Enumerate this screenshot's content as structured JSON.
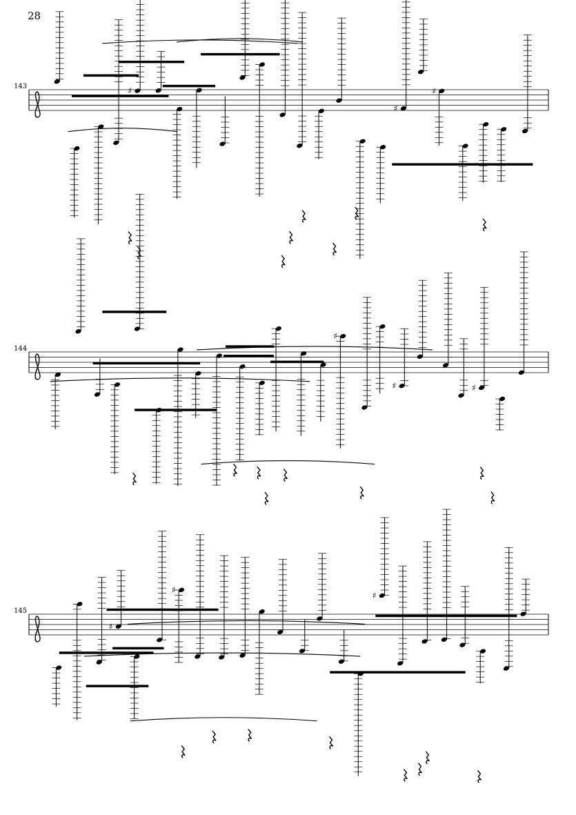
{
  "page": {
    "page_number": "28",
    "systems": [
      {
        "measure_number": "143"
      },
      {
        "measure_number": "144"
      },
      {
        "measure_number": "145"
      }
    ]
  }
}
